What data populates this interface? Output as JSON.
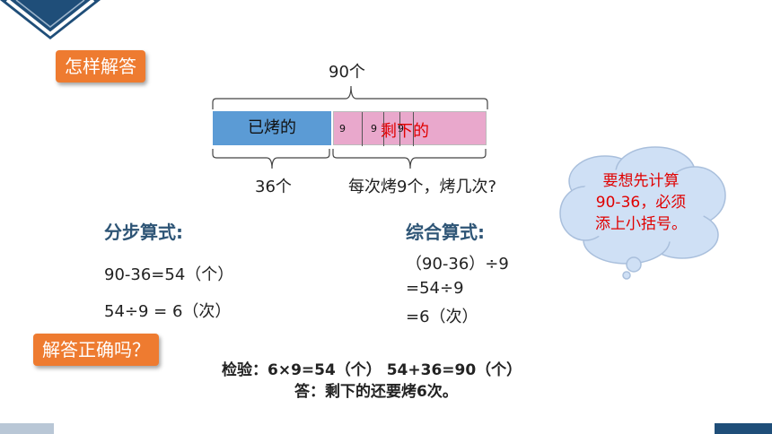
{
  "tags": {
    "how_to_solve": "怎样解答",
    "is_correct": "解答正确吗？"
  },
  "diagram": {
    "total_label": "90个",
    "baked_label": "已烤的",
    "segment_numbers": [
      "9",
      "9",
      "9"
    ],
    "remaining_label": "剩下的",
    "baked_count_label": "36个",
    "question_label": "每次烤9个，烤几次?"
  },
  "bubble": {
    "line1": "要想先计算",
    "line2": "90-36，必须",
    "line3": "添上小括号。"
  },
  "step_method": {
    "title": "分步算式:",
    "line1": "90-36=54（个）",
    "line2": "54÷9 = 6（次）"
  },
  "combined_method": {
    "title": "综合算式:",
    "line1": "（90-36）÷9",
    "line2": "=54÷9",
    "line3": "=6（次）"
  },
  "verification": {
    "check": "检验：6×9=54（个）  54+36=90（个）",
    "answer": "答：剩下的还要烤6次。"
  },
  "colors": {
    "accent_orange": "#ee7b30",
    "bar_blue": "#5b9bd5",
    "bar_pink": "#e9a8cc",
    "heading_blue": "#2e5576",
    "bubble_fill": "#cfe0f5",
    "highlight_red": "#e00000"
  }
}
